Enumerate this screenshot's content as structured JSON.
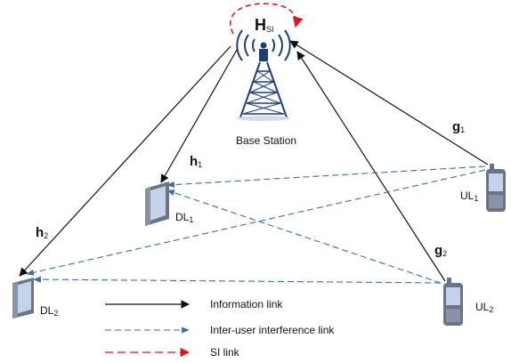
{
  "base_station": {
    "label": "Base Station",
    "si_symbol": "H",
    "si_sub": "SI"
  },
  "devices": {
    "dl1": {
      "name": "DL",
      "sub": "1"
    },
    "dl2": {
      "name": "DL",
      "sub": "2"
    },
    "ul1": {
      "name": "UL",
      "sub": "1"
    },
    "ul2": {
      "name": "UL",
      "sub": "2"
    }
  },
  "channels": {
    "h1": {
      "symbol": "h",
      "sub": "1"
    },
    "h2": {
      "symbol": "h",
      "sub": "2"
    },
    "g1": {
      "symbol": "g",
      "sub": "1"
    },
    "g2": {
      "symbol": "g",
      "sub": "2"
    }
  },
  "legend": {
    "info": "Information link",
    "interference": "Inter-user interference link",
    "si": "SI  link"
  },
  "colors": {
    "info_link": "#111111",
    "interference_link": "#3b6fa6",
    "si_link": "#e0141a",
    "tower": "#1c3f7a",
    "device_body": "#8a93a6",
    "device_screen": "#c5d3ea"
  }
}
